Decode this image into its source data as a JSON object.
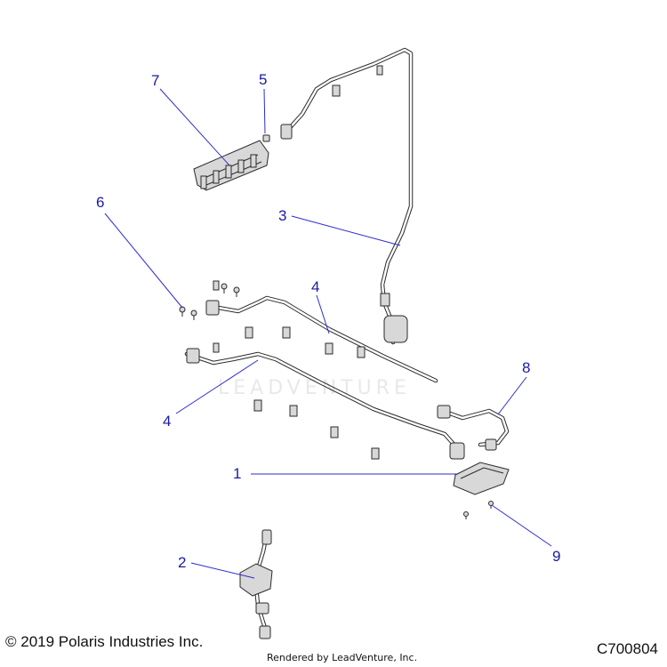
{
  "callouts": {
    "c1": "1",
    "c2": "2",
    "c3": "3",
    "c4a": "4",
    "c4b": "4",
    "c5": "5",
    "c6": "6",
    "c7": "7",
    "c8": "8",
    "c9": "9"
  },
  "footer": {
    "copyright": "© 2019 Polaris Industries Inc.",
    "code": "C700804",
    "rendered": "Rendered by LeadVenture, Inc."
  },
  "watermark": "LEADVENTURE",
  "colors": {
    "callout_text": "#1a1aa6",
    "leader_line": "#2b2bd1"
  }
}
